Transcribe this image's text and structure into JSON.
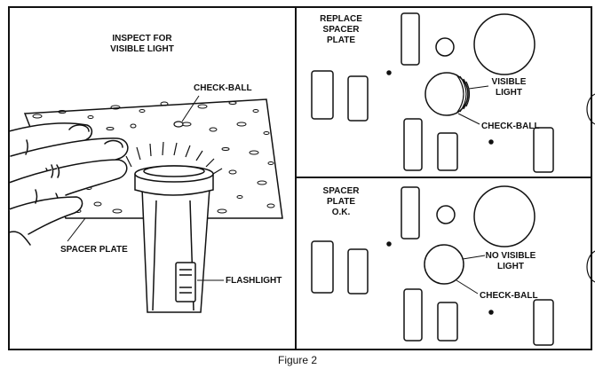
{
  "figure": {
    "caption": "Figure 2",
    "left_panel": {
      "title_line1": "INSPECT FOR",
      "title_line2": "VISIBLE LIGHT",
      "check_ball_label": "CHECK-BALL",
      "spacer_plate_label": "SPACER PLATE",
      "flashlight_label": "FLASHLIGHT"
    },
    "top_right_panel": {
      "title_line1": "REPLACE",
      "title_line2": "SPACER",
      "title_line3": "PLATE",
      "light_label_line1": "VISIBLE",
      "light_label_line2": "LIGHT",
      "check_ball_label": "CHECK-BALL"
    },
    "bottom_right_panel": {
      "title_line1": "SPACER",
      "title_line2": "PLATE",
      "title_line3": "O.K.",
      "light_label_line1": "NO VISIBLE",
      "light_label_line2": "LIGHT",
      "check_ball_label": "CHECK-BALL"
    }
  },
  "colors": {
    "ink": "#111111",
    "paper": "#ffffff"
  }
}
